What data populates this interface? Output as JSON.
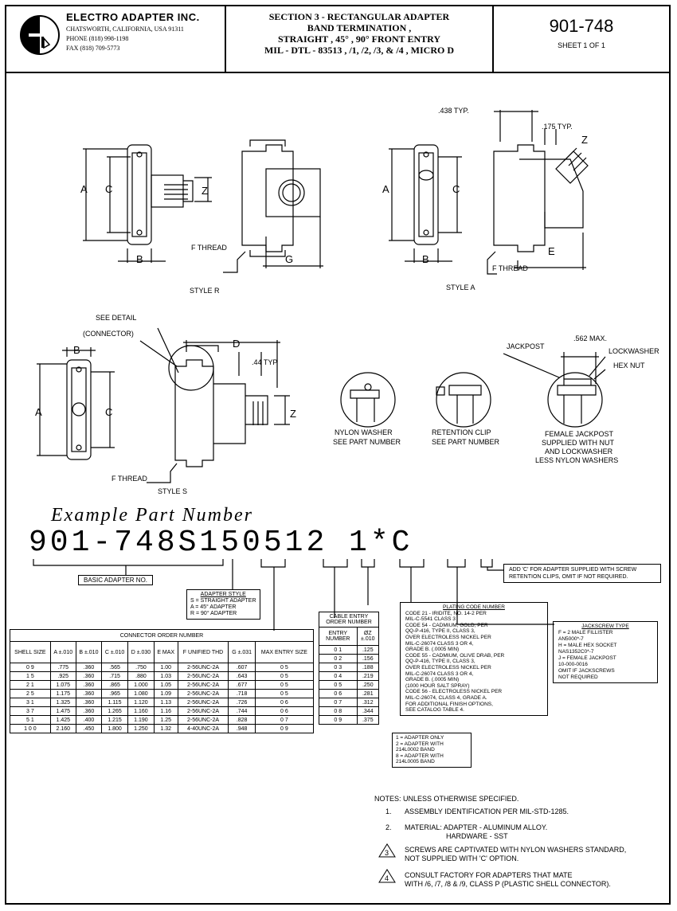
{
  "company": {
    "name": "ELECTRO ADAPTER INC.",
    "address": "CHATSWORTH, CALIFORNIA, USA 91311",
    "phone": "PHONE (818) 998-1198",
    "fax": "FAX (818) 709-5773"
  },
  "title": {
    "line1": "SECTION 3 - RECTANGULAR ADAPTER",
    "line2": "BAND TERMINATION ,",
    "line3": "STRAIGHT , 45° , 90° FRONT ENTRY",
    "line4": "MIL - DTL - 83513 , /1, /2, /3, & /4 , MICRO D"
  },
  "part_number": "901-748",
  "sheet": "SHEET 1 OF 1",
  "drawing_labels": {
    "a": "A",
    "b": "B",
    "c": "C",
    "d": "D",
    "e": "E",
    "g": "G",
    "z": "Z",
    "f_thread": "F THREAD",
    "style_r": "STYLE R",
    "style_a": "STYLE A",
    "style_s": "STYLE S",
    "dim_438": ".438 TYP.",
    "dim_175": ".175 TYP.",
    "dim_44": ".44 TYP",
    "dim_562": ".562 MAX.",
    "see_detail": "SEE DETAIL",
    "connector": "(CONNECTOR)",
    "jackpost": "JACKPOST",
    "lockwasher": "LOCKWASHER",
    "hex_nut": "HEX NUT",
    "nylon_washer": "NYLON WASHER",
    "see_part_number": "SEE PART NUMBER",
    "retention_clip": "RETENTION CLIP",
    "female_jackpost": "FEMALE JACKPOST",
    "fj_line2": "SUPPLIED WITH NUT",
    "fj_line3": "AND LOCKWASHER",
    "fj_line4": "LESS NYLON WASHERS"
  },
  "example": {
    "title": "Example Part Number",
    "number": "901-748S150512 1*C",
    "basic": "BASIC ADAPTER NO.",
    "style_title": "ADAPTER STYLE",
    "style_s": "S = STRAIGHT ADAPTER",
    "style_a": "A = 45° ADAPTER",
    "style_r": "R = 90° ADAPTER",
    "c_note1": "ADD 'C' FOR ADAPTER SUPPLIED WITH SCREW",
    "c_note2": "RETENTION CLIPS, OMIT IF NOT REQUIRED."
  },
  "connector_table": {
    "title": "CONNECTOR ORDER NUMBER",
    "headers": [
      "SHELL SIZE",
      "A ±.010",
      "B ±.010",
      "C ±.010",
      "D ±.030",
      "E MAX",
      "F UNIFIED THD",
      "G ±.031",
      "MAX ENTRY SIZE"
    ],
    "rows": [
      [
        "0 9",
        ".775",
        ".360",
        ".565",
        ".750",
        "1.00",
        "2-56UNC-2A",
        ".607",
        "0 5"
      ],
      [
        "1 5",
        ".925",
        ".360",
        ".715",
        ".880",
        "1.03",
        "2-56UNC-2A",
        ".643",
        "0 5"
      ],
      [
        "2 1",
        "1.075",
        ".360",
        ".865",
        "1.000",
        "1.05",
        "2-56UNC-2A",
        ".677",
        "0 5"
      ],
      [
        "2 5",
        "1.175",
        ".360",
        ".965",
        "1.080",
        "1.09",
        "2-56UNC-2A",
        ".718",
        "0 5"
      ],
      [
        "3 1",
        "1.325",
        ".360",
        "1.115",
        "1.120",
        "1.13",
        "2-56UNC-2A",
        ".726",
        "0 6"
      ],
      [
        "3 7",
        "1.475",
        ".360",
        "1.265",
        "1.160",
        "1.16",
        "2-56UNC-2A",
        ".744",
        "0 6"
      ],
      [
        "5 1",
        "1.425",
        ".400",
        "1.215",
        "1.190",
        "1.25",
        "2-56UNC-2A",
        ".828",
        "0 7"
      ],
      [
        "1 0 0",
        "2.160",
        ".450",
        "1.800",
        "1.250",
        "1.32",
        "4-40UNC-2A",
        ".948",
        "0 9"
      ]
    ]
  },
  "cable_table": {
    "title": "CABLE ENTRY ORDER NUMBER",
    "headers": [
      "ENTRY NUMBER",
      "ØZ ±.010"
    ],
    "rows": [
      [
        "0 1",
        ".125"
      ],
      [
        "0 2",
        ".156"
      ],
      [
        "0 3",
        ".188"
      ],
      [
        "0 4",
        ".219"
      ],
      [
        "0 5",
        ".250"
      ],
      [
        "0 6",
        ".281"
      ],
      [
        "0 7",
        ".312"
      ],
      [
        "0 8",
        ".344"
      ],
      [
        "0 9",
        ".375"
      ]
    ]
  },
  "band_options": [
    "1 = ADAPTER ONLY",
    "2 = ADAPTER WITH",
    "214L0002 BAND",
    "8 = ADAPTER WITH",
    "214L0005 BAND"
  ],
  "plating": {
    "title": "PLATING CODE NUMBER",
    "lines": [
      "CODE 21 - IRIDITE, NO. 14-2 PER",
      "MIL-C-5541 CLASS 3",
      "CODE 54 - CADMIUM, GOLD, PER",
      "QQ-P-416, TYPE II, CLASS 3,",
      "OVER ELECTROLESS NICKEL PER",
      "MIL-C-26074 CLASS 3 OR 4,",
      "GRADE B. (.0005 MIN)",
      "CODE 55 - CADMIUM, OLIVE DRAB, PER",
      "QQ-P-416, TYPE II, CLASS 3,",
      "OVER ELECTROLESS NICKEL PER",
      "MIL-C-26074 CLASS 3 OR 4,",
      "GRADE B. (.0005 MIN)",
      "(1000 HOUR SALT SPRAY)",
      "CODE 56 - ELECTROLESS NICKEL PER",
      "MIL-C-26074, CLASS 4, GRADE A.",
      "FOR ADDITIONAL FINISH OPTIONS,",
      "SEE CATALOG TABLE 4."
    ]
  },
  "jackscrew": {
    "title": "JACKSCREW TYPE",
    "lines": [
      "F = 2 MALE FILLISTER",
      "AN5000*-7",
      "H = MALE HEX SOCKET",
      "NAS1352C0*-7",
      "J = FEMALE JACKPOST",
      "10-000-0016",
      "OMIT IF JACKSCREWS",
      "NOT REQUIRED"
    ]
  },
  "notes": {
    "header": "NOTES: UNLESS OTHERWISE SPECIFIED.",
    "n1_num": "1.",
    "n1": "ASSEMBLY IDENTIFICATION PER MIL-STD-1285.",
    "n2_num": "2.",
    "n2a": "MATERIAL: ADAPTER - ALUMINUM ALLOY.",
    "n2b": "HARDWARE - SST",
    "n3_num": "3",
    "n3a": "SCREWS ARE CAPTIVATED WITH NYLON WASHERS STANDARD,",
    "n3b": "NOT SUPPLIED WITH 'C' OPTION.",
    "n4_num": "4",
    "n4a": "CONSULT FACTORY FOR ADAPTERS THAT MATE",
    "n4b": "WITH /6, /7, /8 & /9, CLASS P (PLASTIC SHELL CONNECTOR)."
  }
}
